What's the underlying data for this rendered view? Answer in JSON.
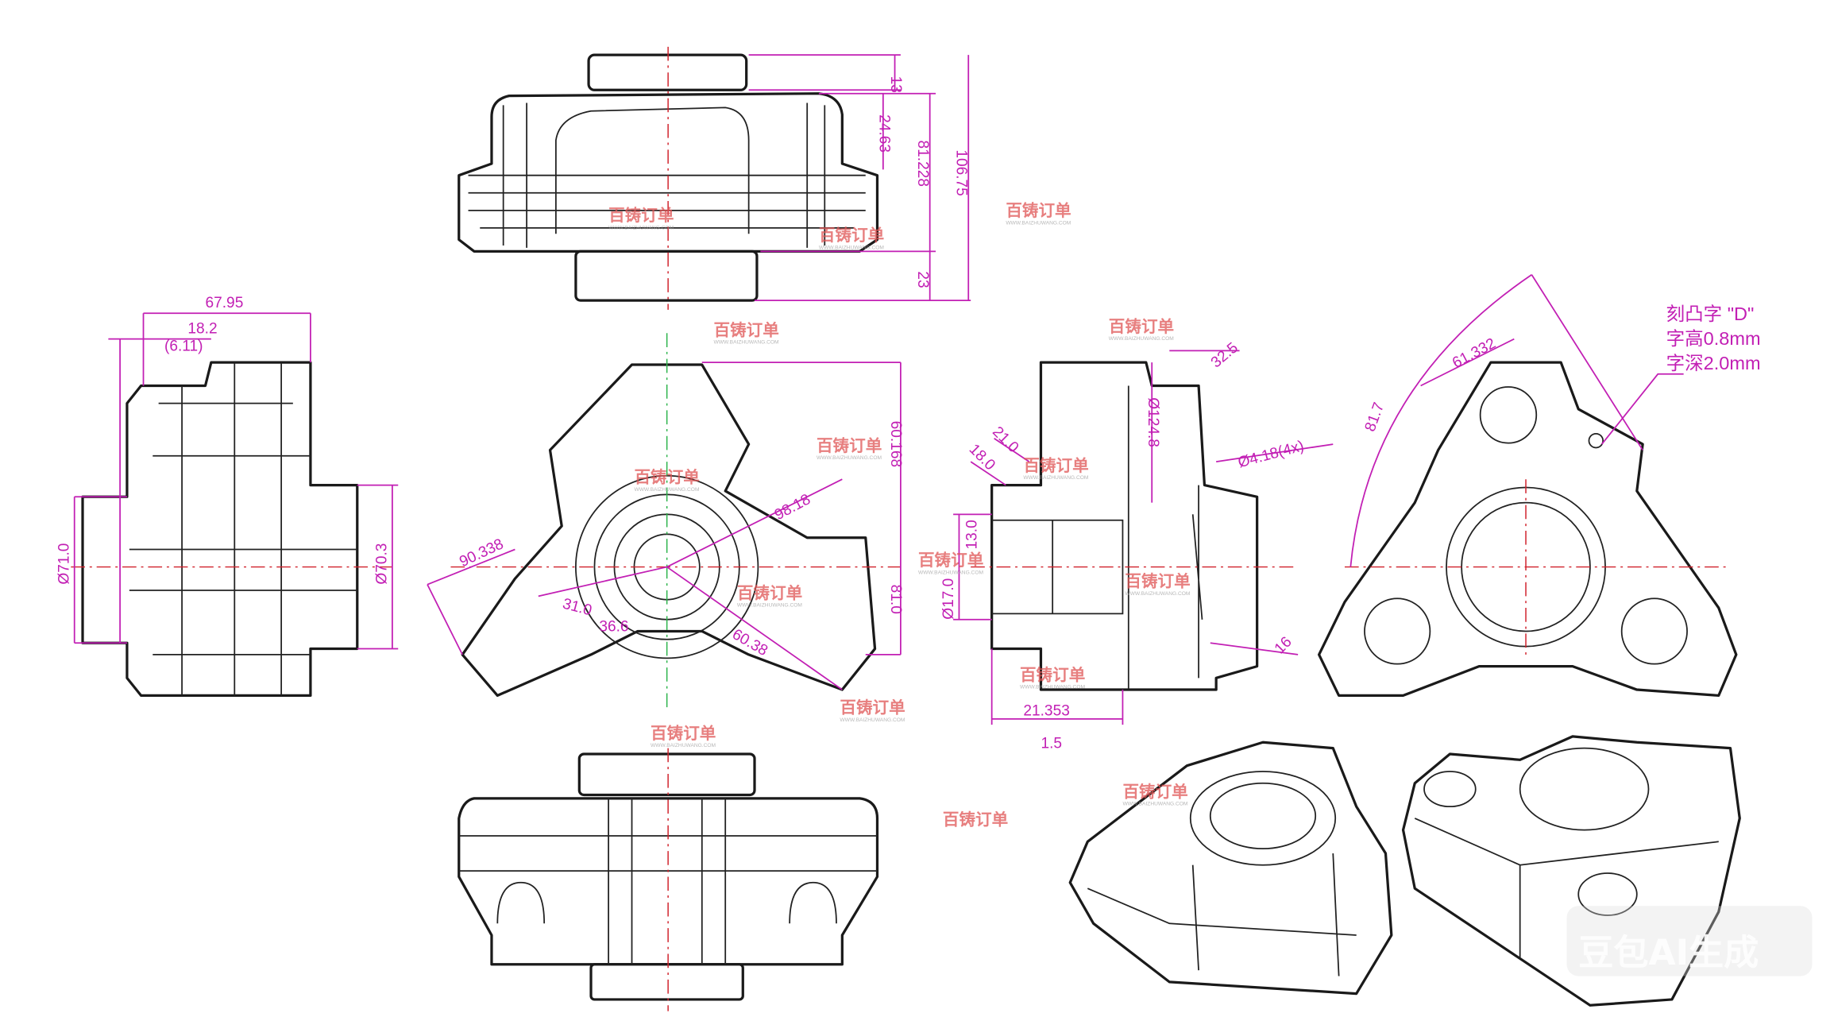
{
  "drawing": {
    "top_view_dims": [
      "13",
      "24.63",
      "81.228",
      "106.75",
      "23"
    ],
    "left_view_dims": [
      "67.95",
      "18.2",
      "(6.11)",
      "Ø71.0",
      "Ø70.3"
    ],
    "front_view_dims": [
      "90.338",
      "60.168",
      "98.18",
      "81.0",
      "60.38",
      "31.0",
      "36.6"
    ],
    "side_view_dims": [
      "32.5",
      "Ø124.8",
      "18.0",
      "21.0",
      "Ø17.0",
      "13.0",
      "16",
      "21.353",
      "Ø4.18(4x)",
      "1.5"
    ],
    "right_view_dims": [
      "81.7",
      "61.332"
    ],
    "engraving_note": [
      "刻凸字 \"D\"",
      "字高0.8mm",
      "字深2.0mm"
    ]
  },
  "watermark": {
    "brand": "百铸订单",
    "url": "WWW.BAIZHUWANG.COM",
    "ai_badge": "豆包AI生成"
  },
  "colors": {
    "dimension": "#c21fb4",
    "centerline": "#d0202a",
    "outline": "#1a1a1a"
  }
}
